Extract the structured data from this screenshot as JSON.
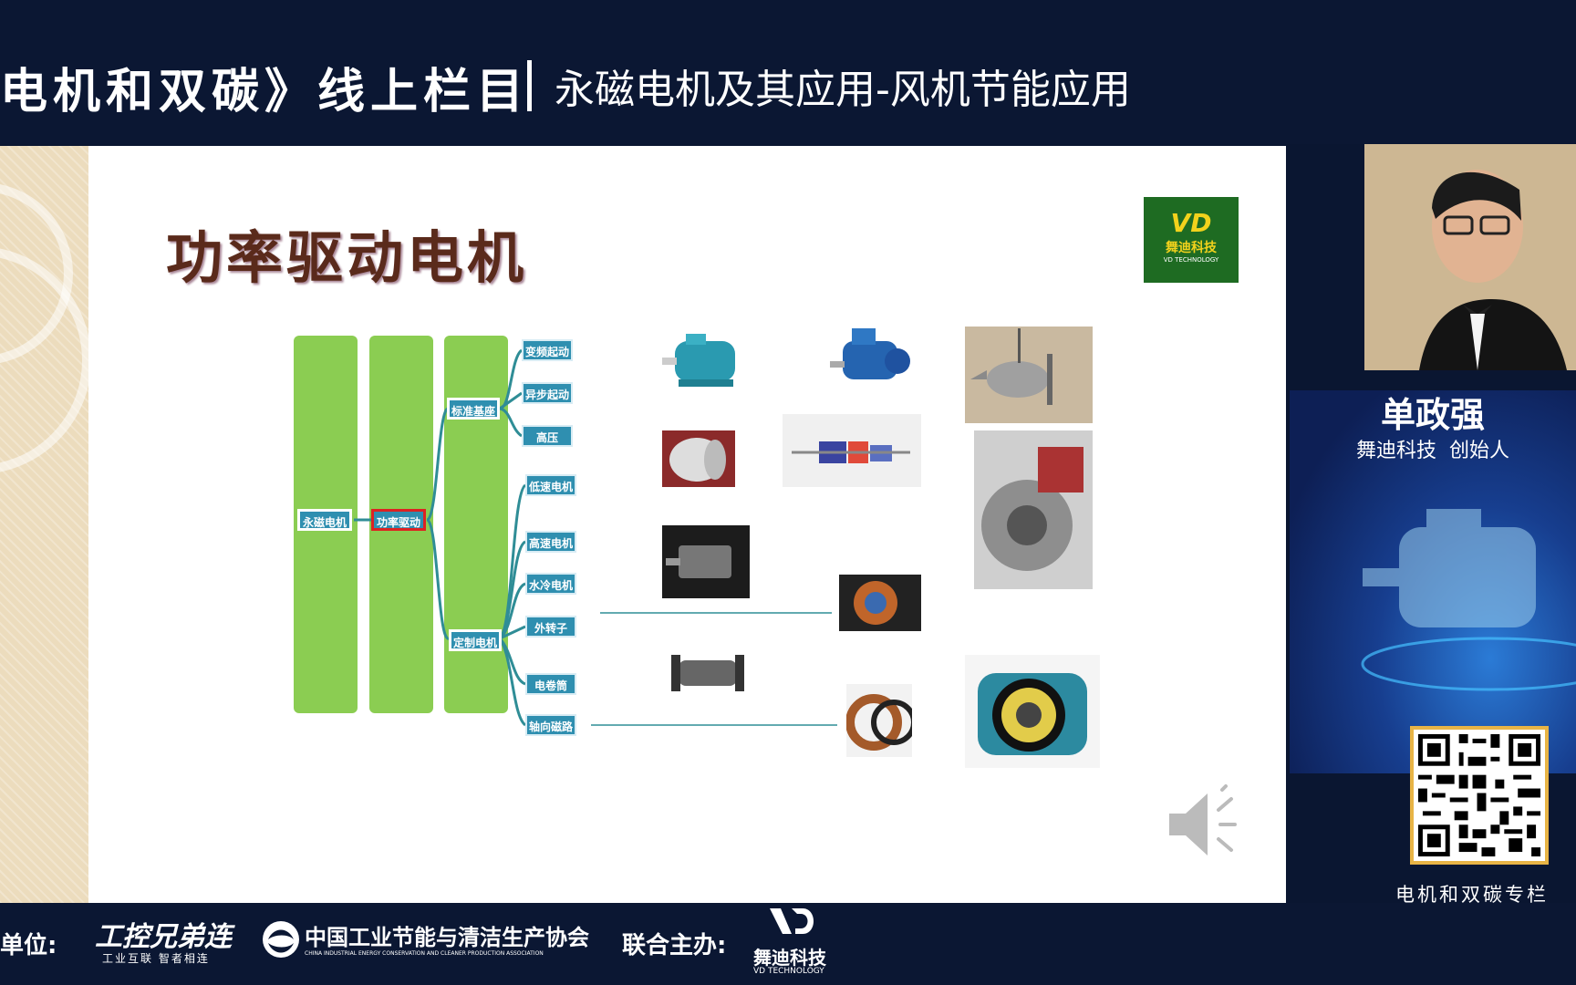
{
  "header": {
    "series_title": "电机和双碳》线上栏目",
    "episode_title": "永磁电机及其应用-风机节能应用"
  },
  "slide": {
    "title": "功率驱动电机",
    "logo": {
      "mark": "VD",
      "name": "舞迪科技",
      "name_en": "VD TECHNOLOGY"
    },
    "nodes": {
      "root": "永磁电机",
      "drive": "功率驱动",
      "standard": "标准基座",
      "custom": "定制电机",
      "leaves": [
        "变频起动",
        "异步起动",
        "高压",
        "低速电机",
        "高速电机",
        "水冷电机",
        "外转子",
        "电卷筒",
        "轴向磁路"
      ]
    }
  },
  "speaker": {
    "name": "单政强",
    "role": "舞迪科技  创始人",
    "column": "电机和双碳专栏"
  },
  "footer": {
    "organizer_label": "单位:",
    "org1_name": "工控兄弟连",
    "org1_sub": "工业互联    智者相连",
    "org2_name": "中国工业节能与清洁生产协会",
    "org2_sub": "CHINA INDUSTRIAL ENERGY CONSERVATION AND CLEANER PRODUCTION ASSOCIATION",
    "co_label": "联合主办:",
    "co_name": "舞迪科技",
    "co_name_en": "VD TECHNOLOGY"
  },
  "colors": {
    "green_pillar": "#8bcd52",
    "node_blue": "#2f8fb0",
    "title_brown": "#5a2a1b",
    "logo_green": "#1e6b22",
    "bg_navy": "#0b1733"
  }
}
